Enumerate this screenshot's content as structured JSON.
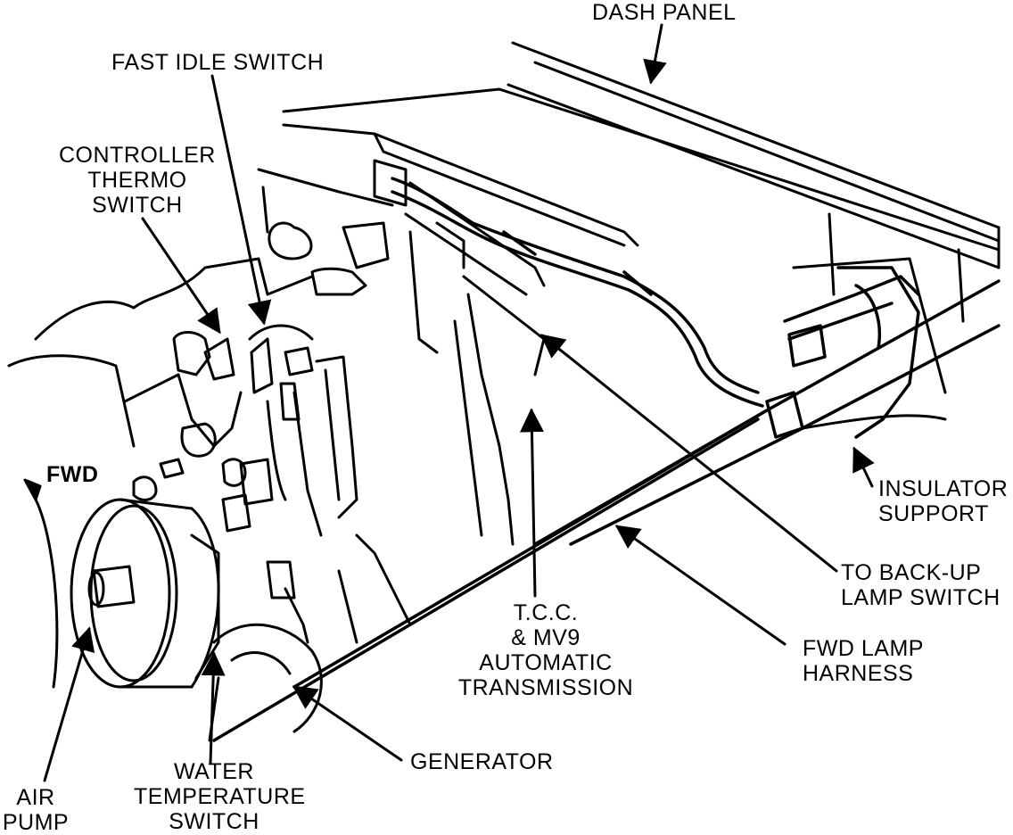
{
  "labels": {
    "dash_panel": "DASH PANEL",
    "fast_idle_switch": "FAST IDLE SWITCH",
    "controller_thermo_switch": [
      "CONTROLLER",
      "THERMO",
      "SWITCH"
    ],
    "fwd": "FWD",
    "insulator_support": [
      "INSULATOR",
      "SUPPORT"
    ],
    "to_back_up_lamp_switch": [
      "TO BACK-UP",
      "LAMP SWITCH"
    ],
    "fwd_lamp_harness": [
      "FWD LAMP",
      "HARNESS"
    ],
    "tcc_mv9": [
      "T.C.C.",
      "& MV9",
      "AUTOMATIC",
      "TRANSMISSION"
    ],
    "generator": "GENERATOR",
    "water_temperature_switch": [
      "WATER",
      "TEMPERATURE",
      "SWITCH"
    ],
    "air_pump": [
      "AIR",
      "PUMP"
    ]
  }
}
